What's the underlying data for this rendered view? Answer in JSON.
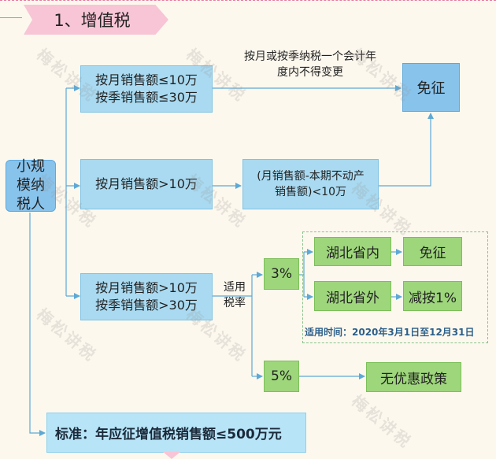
{
  "header": {
    "title": "1、增值税"
  },
  "root": {
    "label_lines": [
      "小规",
      "模纳",
      "税人"
    ]
  },
  "branches": {
    "top": {
      "lines": [
        "按月销售额≤10万",
        "按季销售额≤30万"
      ]
    },
    "middle": {
      "label": "按月销售额>10万"
    },
    "bottom": {
      "lines": [
        "按月销售额>10万",
        "按季销售额>30万"
      ]
    }
  },
  "top_note": {
    "lines": [
      "按月或按季纳税一个会计年",
      "度内不得变更"
    ]
  },
  "exempt_main": {
    "label": "免征"
  },
  "middle_calc": {
    "lines": [
      "(月销售额-本期不动产",
      "销售额)<10万"
    ]
  },
  "rate_label": {
    "lines": [
      "适用",
      "税率"
    ]
  },
  "rate_3": {
    "label": "3%"
  },
  "rate_5": {
    "label": "5%"
  },
  "hubei_in": {
    "label": "湖北省内"
  },
  "hubei_out": {
    "label": "湖北省外"
  },
  "hubei_in_result": {
    "label": "免征"
  },
  "hubei_out_result": {
    "label": "减按1%"
  },
  "period_note": {
    "label": "适用时间：2020年3月1日至12月31日"
  },
  "no_preference": {
    "label": "无优惠政策"
  },
  "standard": {
    "label": "标准：年应征增值税销售额≤500万元"
  },
  "watermark": {
    "text": "梅松讲税"
  },
  "colors": {
    "blue_box": "#a9daf1",
    "blue_dark": "#88c3ec",
    "green_box": "#9ed67c",
    "pink": "#f7c5d5",
    "line": "#5da9d6"
  }
}
